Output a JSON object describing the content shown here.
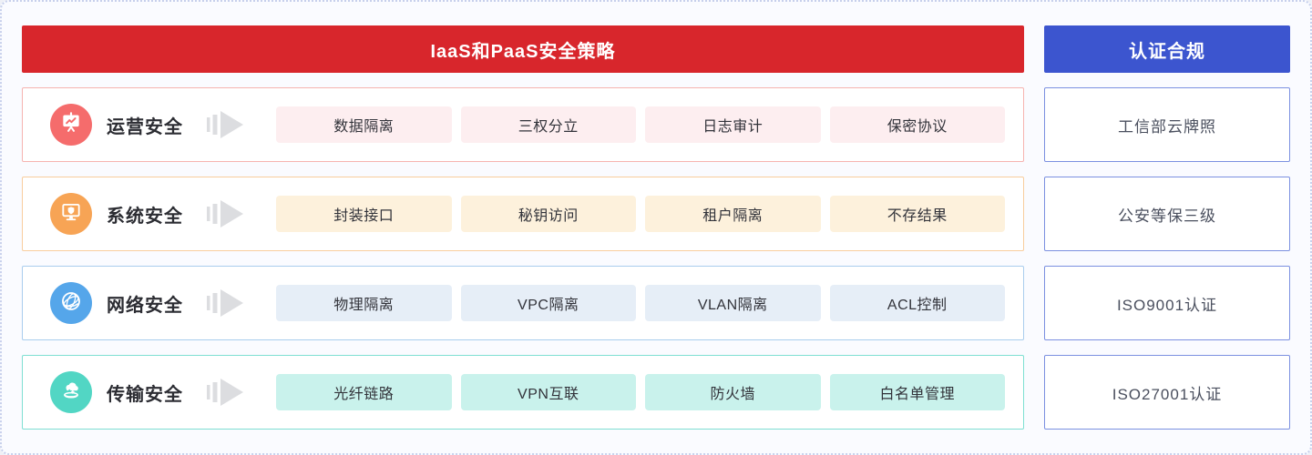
{
  "header": {
    "title": "IaaS和PaaS安全策略",
    "bg_color": "#d8262c",
    "text_color": "#ffffff"
  },
  "compliance": {
    "title": "认证合规",
    "bg_color": "#3c55cf",
    "box_border_color": "#7b90e0",
    "items": [
      {
        "label": "工信部云牌照"
      },
      {
        "label": "公安等保三级"
      },
      {
        "label": "ISO9001认证"
      },
      {
        "label": "ISO27001认证"
      }
    ]
  },
  "rows": [
    {
      "label": "运营安全",
      "icon": "presentation-chart-icon",
      "circle_color": "#f56c6c",
      "border_color": "#f6b3b0",
      "tag_bg_color": "#fdeef0",
      "tags": [
        "数据隔离",
        "三权分立",
        "日志审计",
        "保密协议"
      ]
    },
    {
      "label": "系统安全",
      "icon": "monitor-shield-icon",
      "circle_color": "#f7a455",
      "border_color": "#f8cd9d",
      "tag_bg_color": "#fdf1dc",
      "tags": [
        "封装接口",
        "秘钥访问",
        "租户隔离",
        "不存结果"
      ]
    },
    {
      "label": "网络安全",
      "icon": "network-globe-icon",
      "circle_color": "#55a6ea",
      "border_color": "#a9cdee",
      "tag_bg_color": "#e6eef7",
      "tags": [
        "物理隔离",
        "VPC隔离",
        "VLAN隔离",
        "ACL控制"
      ]
    },
    {
      "label": "传输安全",
      "icon": "cloud-transfer-icon",
      "circle_color": "#52d6c4",
      "border_color": "#7edfd2",
      "tag_bg_color": "#c9f2ec",
      "tags": [
        "光纤链路",
        "VPN互联",
        "防火墙",
        "白名单管理"
      ]
    }
  ],
  "misc": {
    "arrow_color": "#dcdde0",
    "page_bg": "#fafbff",
    "dotted_border_color": "#c7d0ec"
  }
}
